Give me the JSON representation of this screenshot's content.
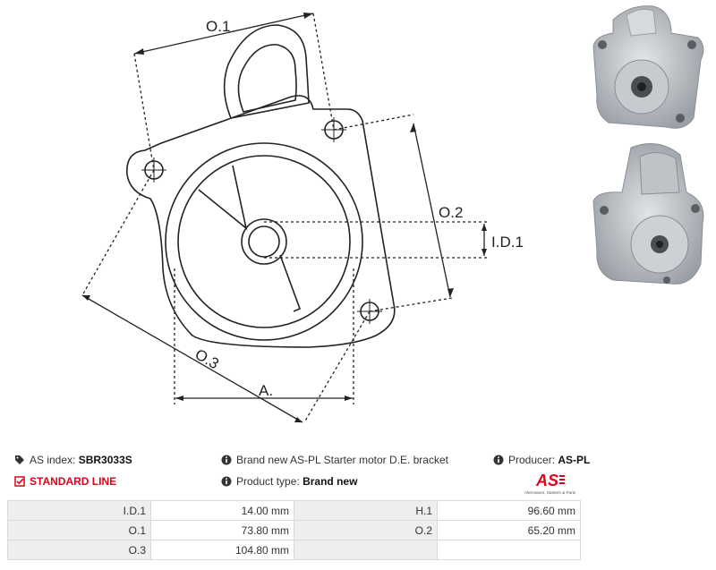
{
  "drawing": {
    "labels": {
      "o1": "O.1",
      "o2": "O.2",
      "o3": "O.3",
      "id1": "I.D.1",
      "a": "A."
    }
  },
  "info": {
    "as_index_label": "AS index:",
    "as_index_value": "SBR3033S",
    "standard_line": "STANDARD LINE",
    "description": "Brand new AS-PL Starter motor D.E. bracket",
    "product_type_label": "Product type:",
    "product_type_value": "Brand new",
    "producer_label": "Producer:",
    "producer_value": "AS-PL",
    "logo_text": "AS",
    "logo_subtitle": "Alternators, Starters & Parts"
  },
  "specs": {
    "rows": [
      {
        "l1": "I.D.1",
        "v1": "14.00 mm",
        "l2": "H.1",
        "v2": "96.60 mm"
      },
      {
        "l1": "O.1",
        "v1": "73.80 mm",
        "l2": "O.2",
        "v2": "65.20 mm"
      },
      {
        "l1": "O.3",
        "v1": "104.80 mm",
        "l2": "",
        "v2": ""
      }
    ]
  },
  "colors": {
    "accent": "#e3001b",
    "line": "#222222",
    "table_label_bg": "#eeeeee"
  }
}
